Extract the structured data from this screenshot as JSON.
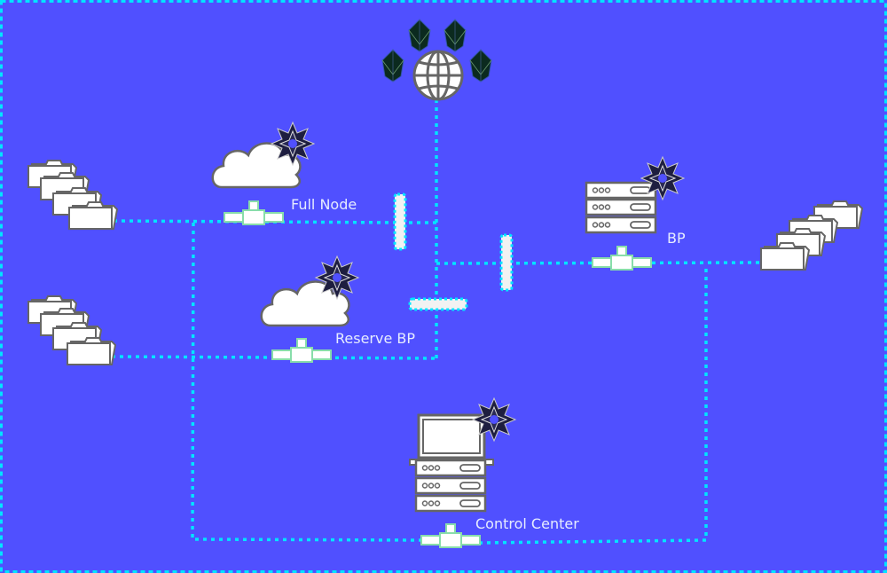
{
  "diagram": {
    "title": "",
    "colors": {
      "background": "#5050ff",
      "border": "#00e5ff",
      "link": "#00e5ff",
      "device_fill": "#ffffff",
      "device_stroke": "#666666",
      "switch_stroke": "#88ddaa",
      "badge_fill": "#1a1a33",
      "gem_fill": "#0a2a20",
      "label_text": "#e6ecff"
    },
    "nodes": [
      {
        "id": "internet",
        "type": "globe",
        "label": "",
        "icon": "globe-icon"
      },
      {
        "id": "full-node",
        "type": "cloud",
        "label": "Full Node",
        "icon": "cloud-icon"
      },
      {
        "id": "reserve-bp",
        "type": "cloud",
        "label": "Reserve BP",
        "icon": "cloud-icon"
      },
      {
        "id": "bp",
        "type": "server-rack",
        "label": "BP",
        "icon": "server-icon"
      },
      {
        "id": "control-center",
        "type": "workstation",
        "label": "Control Center",
        "icon": "workstation-icon"
      },
      {
        "id": "files-left-top",
        "type": "folder-stack",
        "label": "",
        "icon": "folder-stack-icon"
      },
      {
        "id": "files-left-bottom",
        "type": "folder-stack",
        "label": "",
        "icon": "folder-stack-icon"
      },
      {
        "id": "files-right",
        "type": "folder-stack",
        "label": "",
        "icon": "folder-stack-icon"
      },
      {
        "id": "firewall-1",
        "type": "firewall",
        "label": "",
        "icon": "firewall-icon"
      },
      {
        "id": "firewall-2",
        "type": "firewall",
        "label": "",
        "icon": "firewall-icon"
      },
      {
        "id": "firewall-3",
        "type": "firewall",
        "label": "",
        "icon": "firewall-icon"
      }
    ],
    "badges": {
      "star": "star-badge-icon",
      "gem": "eos-gem-icon",
      "gem_count": 4
    },
    "edges": [
      {
        "from": "files-left-top",
        "to": "full-node"
      },
      {
        "from": "full-node",
        "to": "firewall-1"
      },
      {
        "from": "files-left-bottom",
        "to": "reserve-bp"
      },
      {
        "from": "reserve-bp",
        "to": "internet"
      },
      {
        "from": "internet",
        "to": "firewall-2"
      },
      {
        "from": "firewall-2",
        "to": "bp"
      },
      {
        "from": "bp",
        "to": "files-right"
      },
      {
        "from": "bp",
        "to": "control-center"
      },
      {
        "from": "files-left-top",
        "to": "control-center"
      }
    ]
  }
}
